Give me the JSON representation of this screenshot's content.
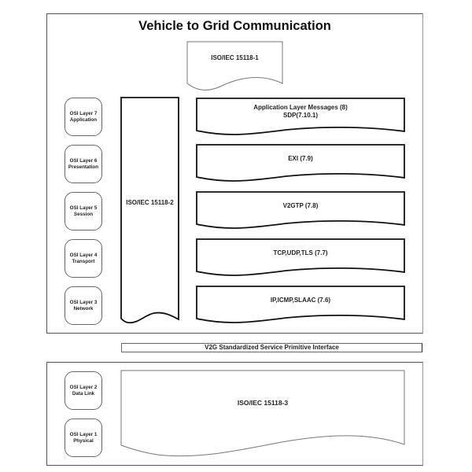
{
  "diagram": {
    "title": "Vehicle to Grid Communication",
    "iso_part1": "ISO/IEC 15118-1",
    "iso_part2": "ISO/IEC 15118-2",
    "iso_part3": "ISO/IEC 15118-3",
    "service_interface": "V2G Standardized Service Primitive Interface",
    "osi_layers": [
      {
        "line1": "OSI Layer 7",
        "line2": "Application"
      },
      {
        "line1": "OSI Layer 6",
        "line2": "Presentation"
      },
      {
        "line1": "OSI Layer 5",
        "line2": "Session"
      },
      {
        "line1": "OSI Layer 4",
        "line2": "Transport"
      },
      {
        "line1": "OSI Layer 3",
        "line2": "Network"
      },
      {
        "line1": "OSI Layer 2",
        "line2": "Data Link"
      },
      {
        "line1": "OSI Layer 1",
        "line2": "Physical"
      }
    ],
    "protocols": [
      {
        "line1": "Application Layer Messages (8)",
        "line2": "SDP(7.10.1)"
      },
      {
        "line1": "EXI (7.9)",
        "line2": ""
      },
      {
        "line1": "V2GTP (7.8)",
        "line2": ""
      },
      {
        "line1": "TCP,UDP,TLS (7.7)",
        "line2": ""
      },
      {
        "line1": "IP,ICMP,SLAAC (7.6)",
        "line2": ""
      }
    ]
  }
}
